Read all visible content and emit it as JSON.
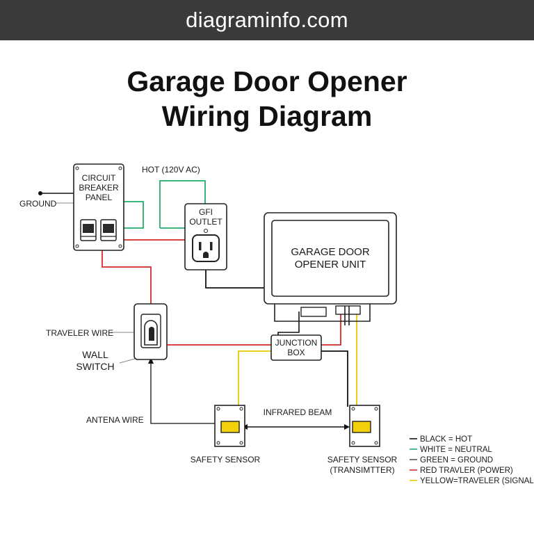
{
  "header": {
    "site": "diagraminfo.com"
  },
  "title": {
    "line1": "Garage Door Opener",
    "line2": "Wiring Diagram"
  },
  "labels": {
    "breaker_line1": "CIRCUIT",
    "breaker_line2": "BREAKER",
    "breaker_line3": "PANEL",
    "ground": "GROUND",
    "hot": "HOT (120V AC)",
    "gfi_line1": "GFI",
    "gfi_line2": "OUTLET",
    "opener_line1": "GARAGE DOOR",
    "opener_line2": "OPENER UNIT",
    "traveler_wire": "TRAVELER WIRE",
    "wall_line1": "WALL",
    "wall_line2": "SWITCH",
    "junction_line1": "JUNCTION",
    "junction_line2": "BOX",
    "antenna_wire": "ANTENA WIRE",
    "infrared_beam": "INFRARED BEAM",
    "sensor_left": "SAFETY SENSOR",
    "sensor_right_line1": "SAFETY SENSOR",
    "sensor_right_line2": "(TRANSIMTTER)"
  },
  "legend": [
    {
      "text": "BLACK = HOT",
      "color": "#111111"
    },
    {
      "text": "WHITE = NEUTRAL",
      "color": "#1fae6a"
    },
    {
      "text": "GREEN = GROUND",
      "color": "#555555"
    },
    {
      "text": "RED TRAVLER (POWER)",
      "color": "#d62828"
    },
    {
      "text": "YELLOW=TRAVELER (SIGNAL)",
      "color": "#e8c800"
    }
  ],
  "colors": {
    "black_wire": "#111111",
    "green_wire": "#1fae6a",
    "red_wire": "#d62828",
    "yellow_wire": "#e8c800",
    "sensor_lens": "#f2d10a"
  }
}
